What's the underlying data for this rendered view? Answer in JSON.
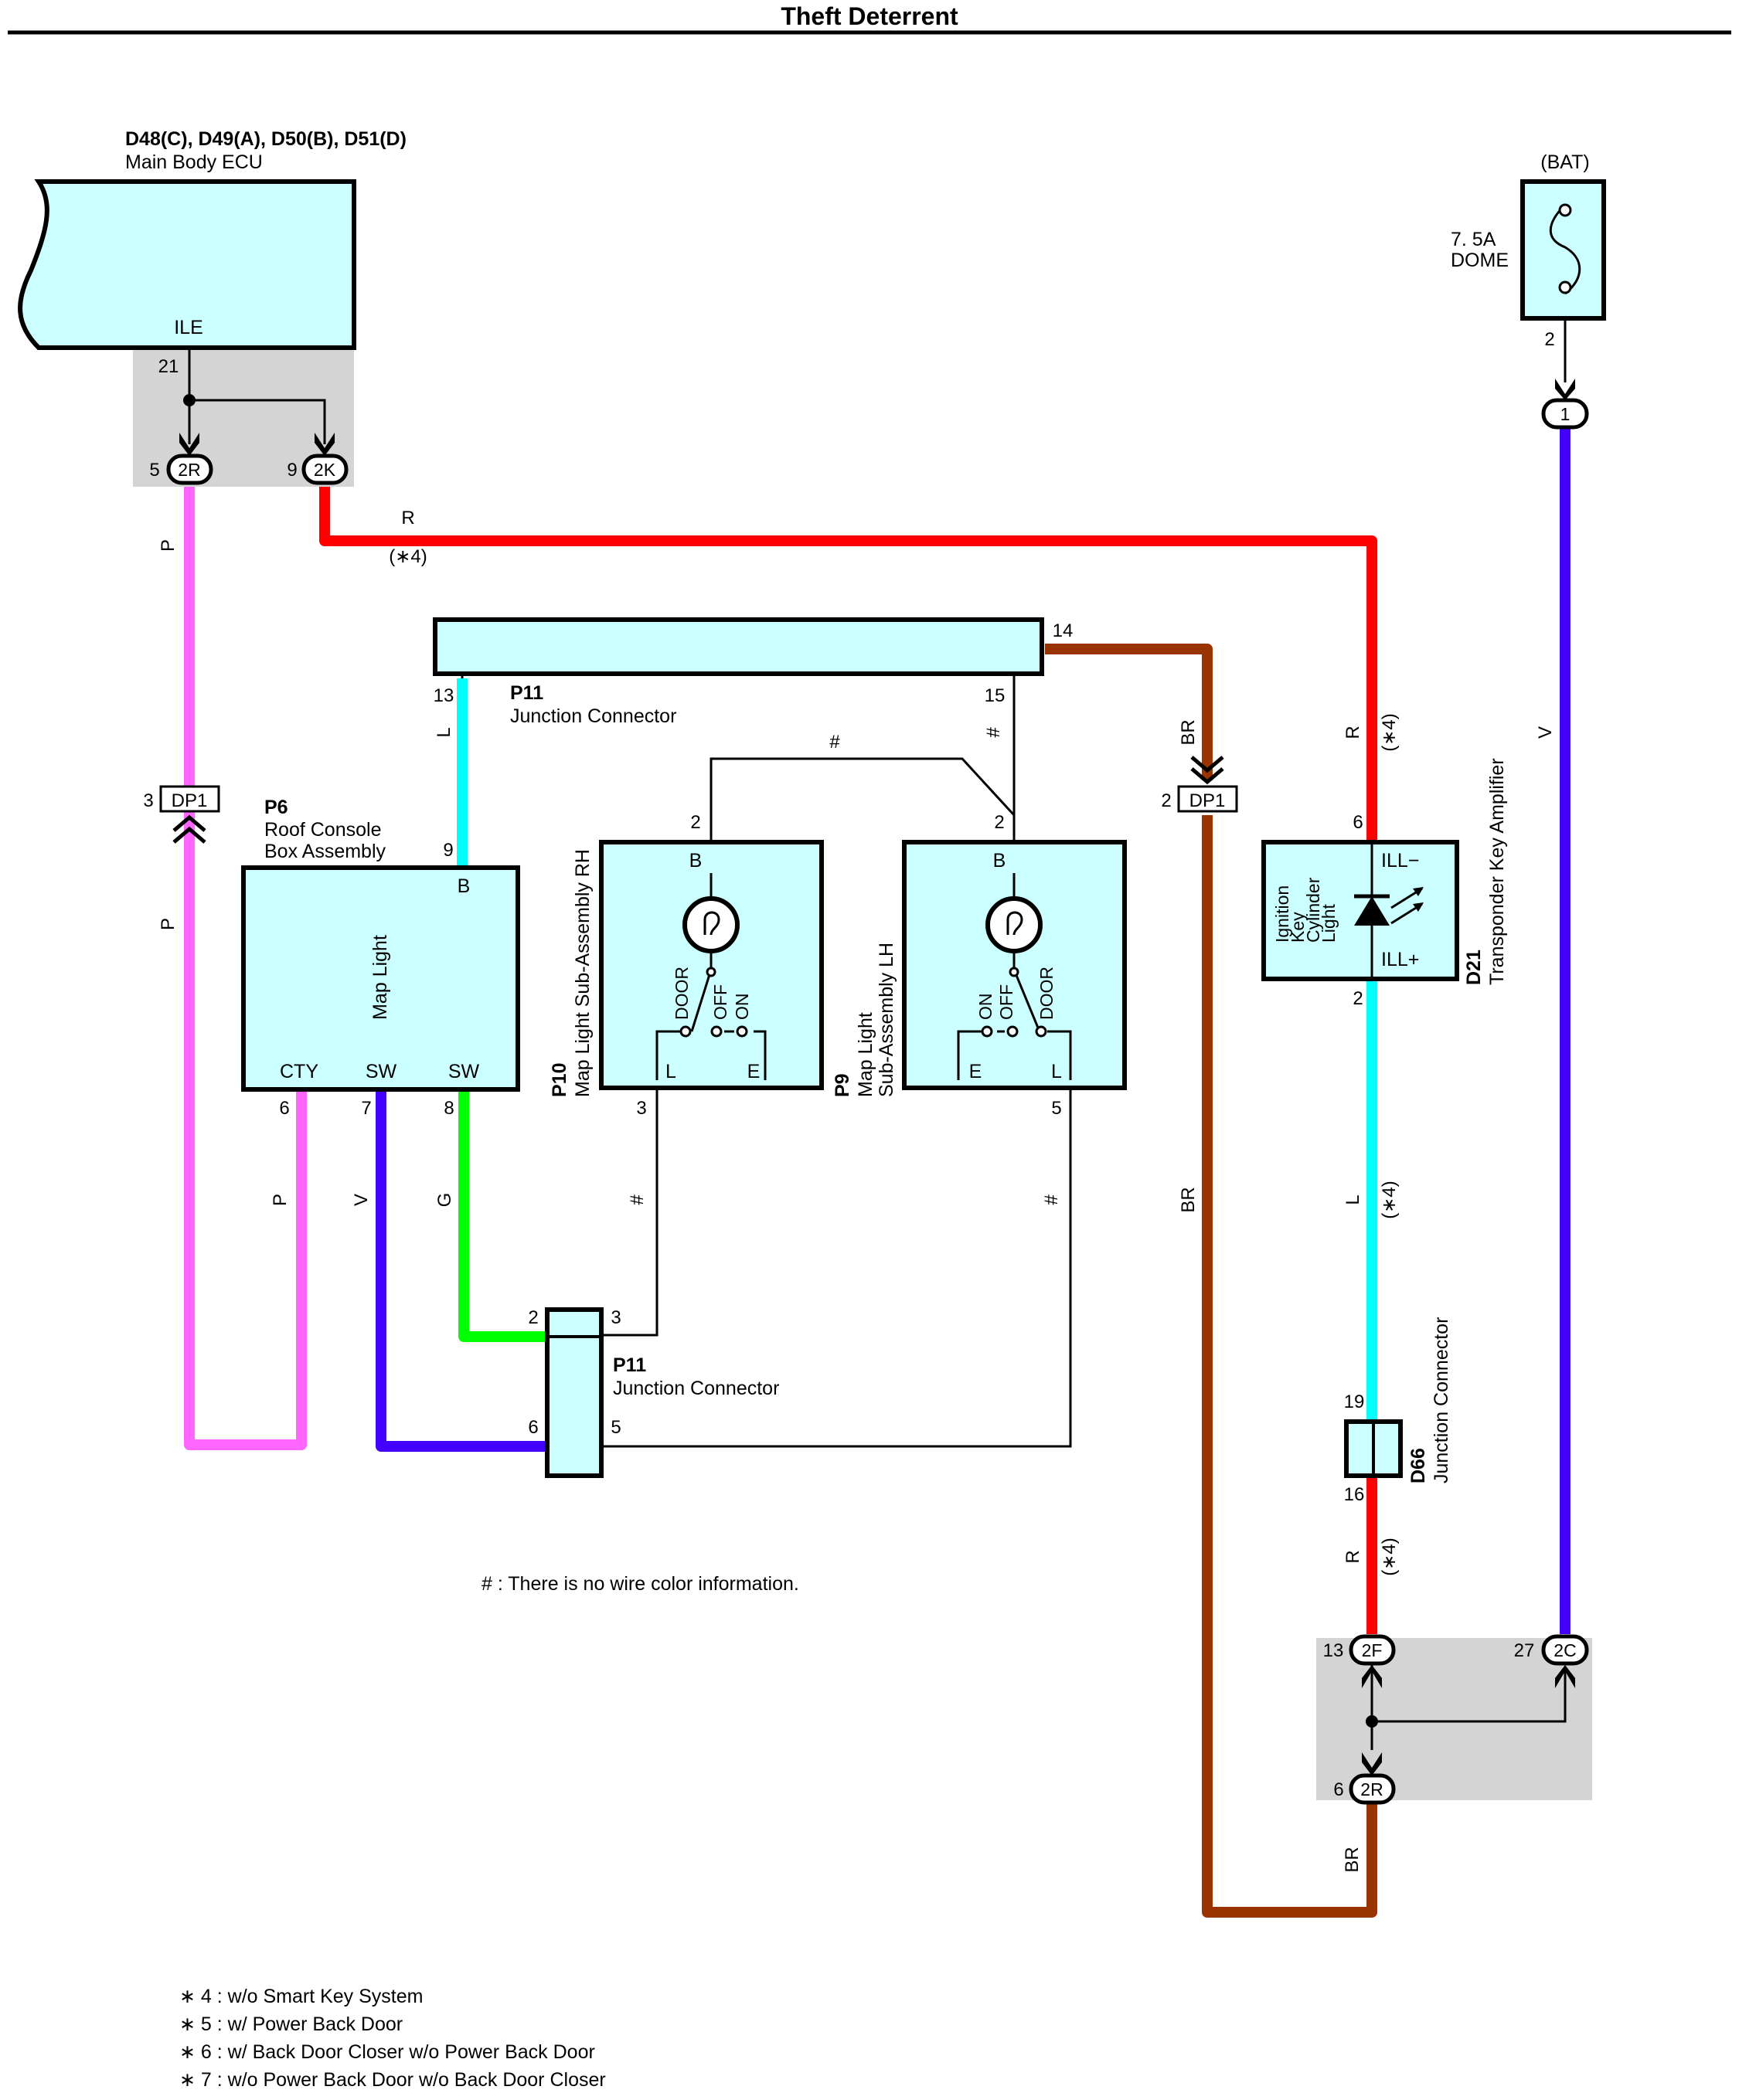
{
  "title": "Theft Deterrent",
  "colors": {
    "P": "#ff66ff",
    "R": "#ff0000",
    "L": "#00ffff",
    "V": "#4400ff",
    "G": "#00ff00",
    "BR": "#993300",
    "box_fill": "#ccffff",
    "splice_shade": "#d4d4d4"
  },
  "components": {
    "ecu": {
      "codes": "D48(C), D49(A), D50(B), D51(D)",
      "name": "Main Body ECU",
      "terminal_label": "ILE",
      "pin": "21"
    },
    "bat": {
      "label": "(BAT)",
      "fuse_amp": "7. 5A",
      "fuse_name": "DOME",
      "pin": "2"
    },
    "roof": {
      "code": "P6",
      "name1": "Roof Console",
      "name2": "Box Assembly",
      "inner": "Map Light",
      "pin_b": "9",
      "label_b": "B",
      "label_cty": "CTY",
      "label_sw1": "SW",
      "label_sw2": "SW",
      "pin_cty": "6",
      "pin_sw1": "7",
      "pin_sw2": "8"
    },
    "p11_top": {
      "code": "P11",
      "name": "Junction Connector",
      "pin_left": "13",
      "pin_right": "15",
      "pin_14": "14"
    },
    "p11_bottom": {
      "code": "P11",
      "name": "Junction Connector",
      "pin_2": "2",
      "pin_3": "3",
      "pin_6": "6",
      "pin_5": "5"
    },
    "p10": {
      "code": "P10",
      "name": "Map Light Sub-Assembly RH",
      "pin_top": "2",
      "pin_bottom": "3",
      "label_b": "B",
      "label_l": "L",
      "label_e": "E",
      "sw_door": "DOOR",
      "sw_off": "OFF",
      "sw_on": "ON"
    },
    "p9": {
      "code": "P9",
      "name1": "Map Light",
      "name2": "Sub-Assembly LH",
      "pin_top": "2",
      "pin_bottom": "5",
      "label_b": "B",
      "label_e": "E",
      "label_l": "L",
      "sw_door": "DOOR",
      "sw_off": "OFF",
      "sw_on": "ON"
    },
    "d21": {
      "code": "D21",
      "name": "Transponder Key Amplifier",
      "inner1": "Ignition",
      "inner2": "Key",
      "inner3": "Cylinder",
      "inner4": "Light",
      "ill_minus": "ILL−",
      "ill_plus": "ILL+",
      "pin_top": "6",
      "pin_bottom": "2"
    },
    "d66": {
      "code": "D66",
      "name": "Junction Connector",
      "pin_top": "19",
      "pin_bottom": "16"
    }
  },
  "connectors": {
    "c2R_top": {
      "label": "2R",
      "pin": "5"
    },
    "c2K": {
      "label": "2K",
      "pin": "9"
    },
    "dp1_left": {
      "label": "DP1",
      "pin": "3"
    },
    "dp1_right": {
      "label": "DP1",
      "pin": "2"
    },
    "c1": {
      "label": "1"
    },
    "c2F": {
      "label": "2F",
      "pin": "13"
    },
    "c2C": {
      "label": "2C",
      "pin": "27"
    },
    "c2R_bottom": {
      "label": "2R",
      "pin": "6"
    }
  },
  "wire_labels": {
    "P": "P",
    "R": "R",
    "L": "L",
    "V": "V",
    "G": "G",
    "BR": "BR",
    "note4": "(∗4)",
    "hash": "#"
  },
  "note_hash": "# : There is no wire color information.",
  "footnotes": [
    "∗ 4 : w/o Smart Key System",
    "∗ 5 : w/ Power Back Door",
    "∗ 6 : w/ Back Door Closer w/o Power Back Door",
    "∗ 7 : w/o Power Back Door w/o Back Door Closer"
  ]
}
